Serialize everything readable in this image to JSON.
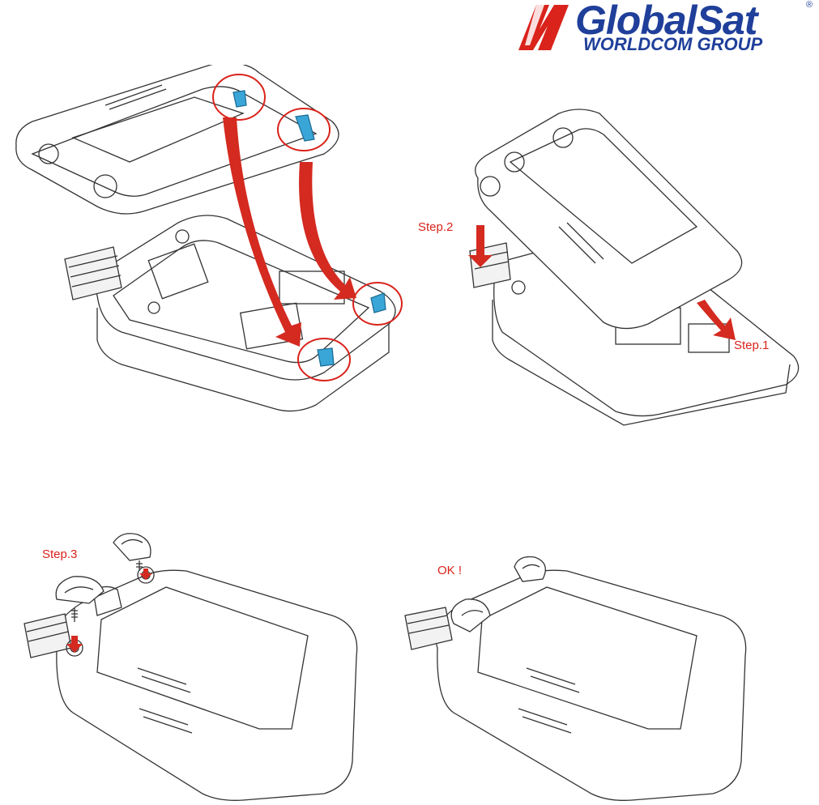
{
  "logo": {
    "brand_main": "Global",
    "brand_accent": "Sat",
    "tagline": "WORLDCOM GROUP",
    "registered_mark": "®"
  },
  "steps": {
    "step1": "Step.1",
    "step2": "Step.2",
    "step3": "Step.3",
    "ok": "OK !"
  },
  "colors": {
    "brand_blue": "#1f3f9a",
    "brand_red": "#d9231b",
    "arrow_red": "#d42a20",
    "latch_blue": "#3aa6d8"
  }
}
